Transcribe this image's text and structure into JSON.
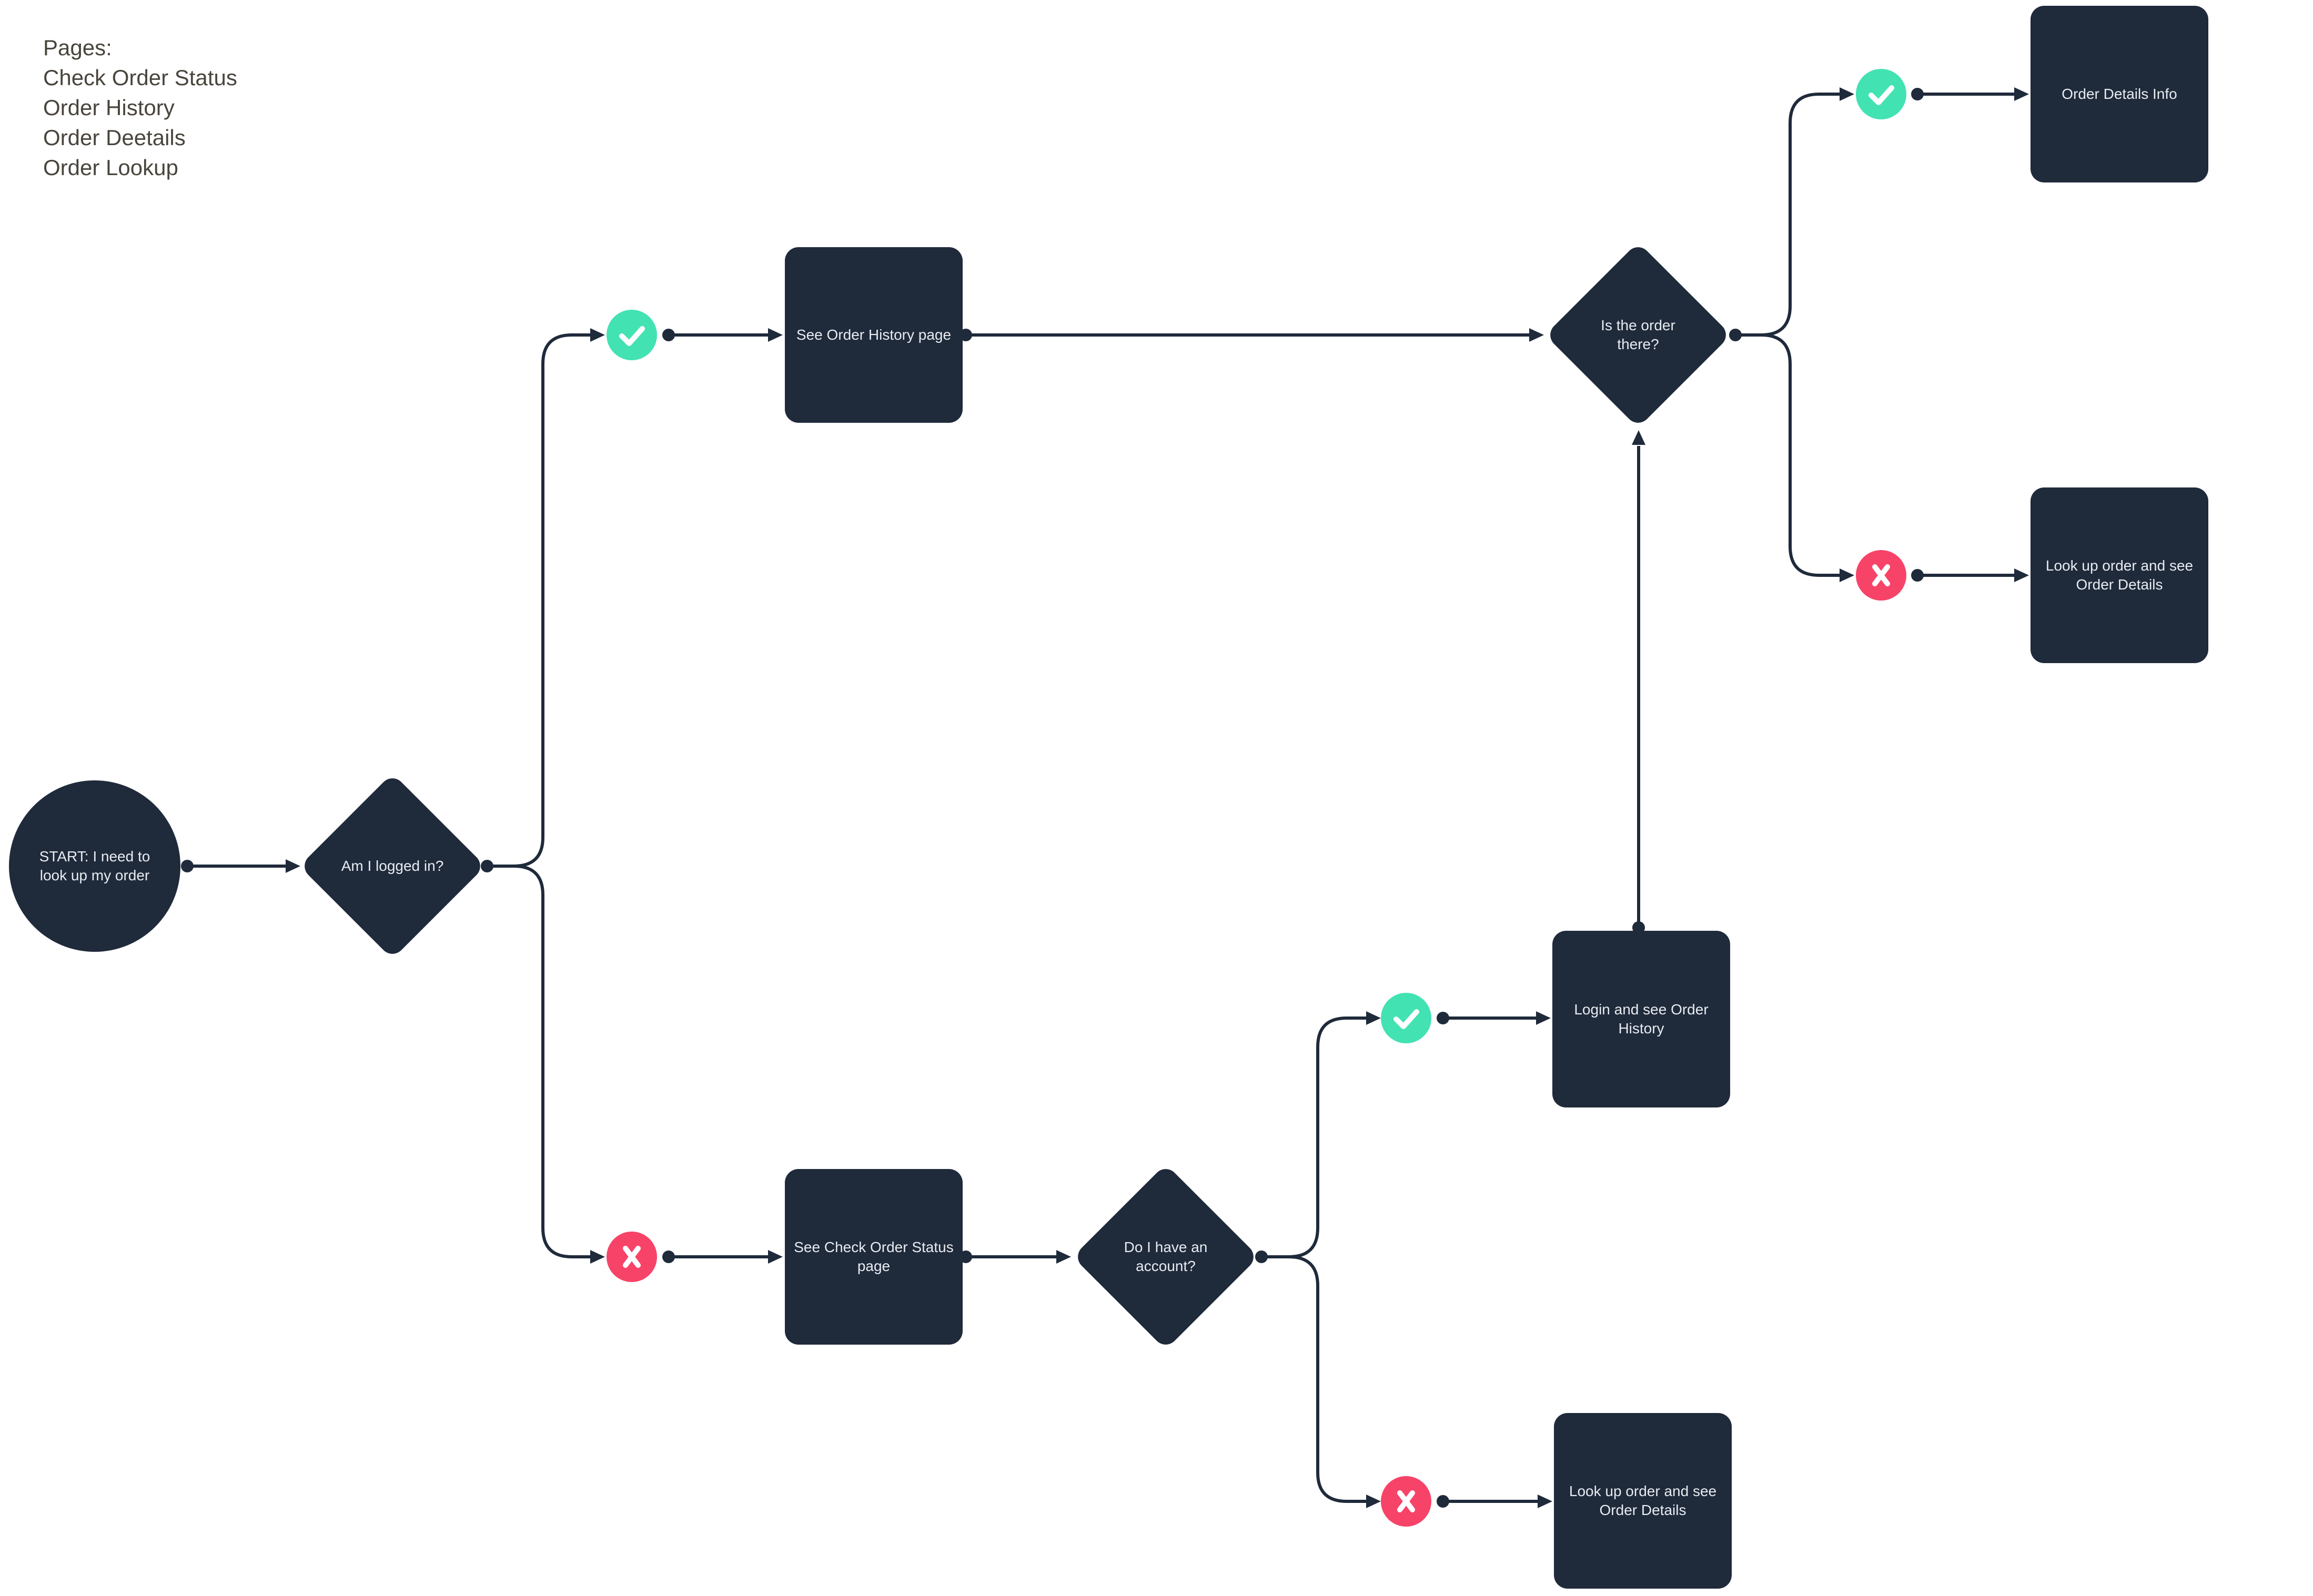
{
  "notes": {
    "title": "Pages:",
    "items": [
      "Check Order Status",
      "Order History",
      "Order Deetails",
      "Order Lookup"
    ]
  },
  "colors": {
    "node_fill": "#1F2A3B",
    "connector": "#1F2A3B",
    "yes_badge": "#42E2B3",
    "no_badge": "#F84368",
    "node_text": "#E8ECF1",
    "notes_text": "#49453D",
    "background": "#FFFFFF"
  },
  "icons": {
    "yes": "check-icon",
    "no": "x-icon"
  },
  "flowchart": {
    "nodes": [
      {
        "id": "start",
        "type": "circle",
        "label": "START: I need to look up my order"
      },
      {
        "id": "decision-logged-in",
        "type": "diamond",
        "label": "Am I logged in?"
      },
      {
        "id": "process-order-history",
        "type": "rect",
        "label": "See Order History page"
      },
      {
        "id": "decision-order-there",
        "type": "diamond",
        "label": "Is the order there?"
      },
      {
        "id": "end-order-details-info",
        "type": "rect",
        "label": "Order Details Info"
      },
      {
        "id": "end-lookup-order-top",
        "type": "rect",
        "label": "Look up order and see Order Details"
      },
      {
        "id": "process-check-order-status",
        "type": "rect",
        "label": "See Check Order Status page"
      },
      {
        "id": "decision-have-account",
        "type": "diamond",
        "label": "Do I have an account?"
      },
      {
        "id": "process-login",
        "type": "rect",
        "label": "Login and see Order History"
      },
      {
        "id": "end-lookup-order-bottom",
        "type": "rect",
        "label": "Look up order and see Order Details"
      }
    ],
    "edges": [
      {
        "from": "start",
        "to": "decision-logged-in",
        "condition": ""
      },
      {
        "from": "decision-logged-in",
        "to": "process-order-history",
        "condition": "yes"
      },
      {
        "from": "decision-logged-in",
        "to": "process-check-order-status",
        "condition": "no"
      },
      {
        "from": "process-order-history",
        "to": "decision-order-there",
        "condition": ""
      },
      {
        "from": "decision-order-there",
        "to": "end-order-details-info",
        "condition": "yes"
      },
      {
        "from": "decision-order-there",
        "to": "end-lookup-order-top",
        "condition": "no"
      },
      {
        "from": "process-check-order-status",
        "to": "decision-have-account",
        "condition": ""
      },
      {
        "from": "decision-have-account",
        "to": "process-login",
        "condition": "yes"
      },
      {
        "from": "decision-have-account",
        "to": "end-lookup-order-bottom",
        "condition": "no"
      },
      {
        "from": "process-login",
        "to": "decision-order-there",
        "condition": ""
      }
    ]
  }
}
